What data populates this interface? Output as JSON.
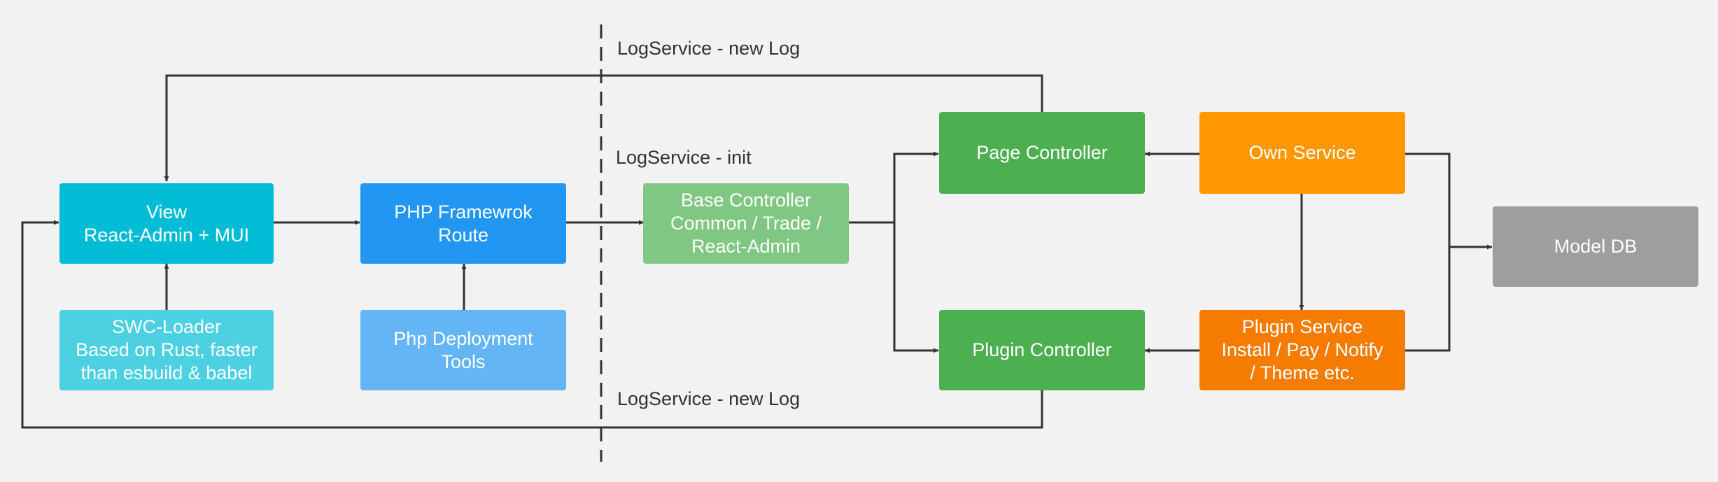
{
  "colors": {
    "background": "#f2f2f2",
    "line": "#333333",
    "view": "#00bcd4",
    "swc_loader": "#4dd0e1",
    "php_framework": "#2196f3",
    "php_tools": "#64b5f6",
    "base_controller": "#81c784",
    "controllers": "#4caf50",
    "own_service": "#ff9800",
    "plugin_service": "#f57c00",
    "model_db": "#9e9e9e"
  },
  "nodes": {
    "view": "View\nReact-Admin + MUI",
    "swc_loader": "SWC-Loader\nBased on Rust, faster\nthan esbuild & babel",
    "php_framework": "PHP Framewrok\nRoute",
    "php_tools": "Php Deployment\nTools",
    "base_controller": "Base Controller\nCommon / Trade /\nReact-Admin",
    "page_controller": "Page Controller",
    "plugin_controller": "Plugin Controller",
    "own_service": "Own Service",
    "plugin_service": "Plugin Service\nInstall / Pay / Notify\n/ Theme etc.",
    "model_db": "Model DB"
  },
  "labels": {
    "log_top": "LogService - new Log",
    "log_init": "LogService - init",
    "log_bottom": "LogService - new Log"
  }
}
